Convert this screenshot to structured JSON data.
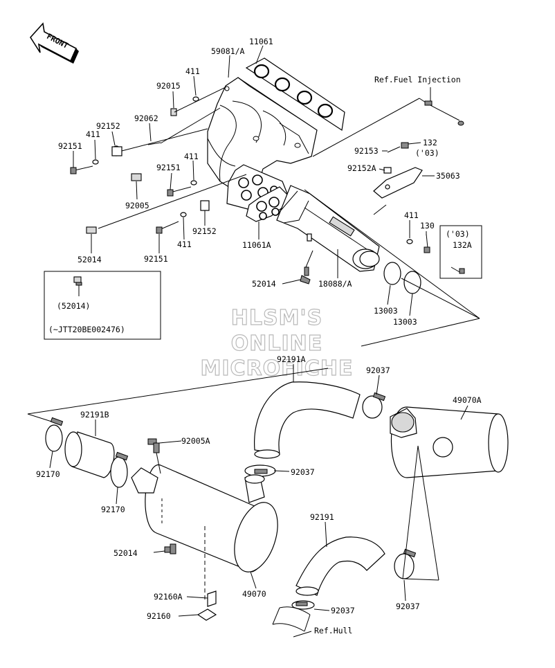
{
  "front_tag": "FRONT",
  "watermark": [
    "HLSM'S",
    "ONLINE",
    "MICROFICHE"
  ],
  "references": {
    "fuel_injection": "Ref.Fuel Injection",
    "hull": "Ref.Hull"
  },
  "inset_box": {
    "part": "(52014)",
    "note": "(~JTT20BE002476)"
  },
  "year_box": {
    "year": "('03)",
    "part": "132A"
  },
  "part_labels": {
    "p11061": "11061",
    "p59081a": "59081/A",
    "p411_a": "411",
    "p92015": "92015",
    "p92062": "92062",
    "p92152_a": "92152",
    "p411_b": "411",
    "p92151_a": "92151",
    "p411_c": "411",
    "p92151_b": "92151",
    "p92005": "92005",
    "p92152_b": "92152",
    "p411_d": "411",
    "p52014_a": "52014",
    "p92151_c": "92151",
    "p11061a": "11061A",
    "p92153": "92153",
    "p132": "132",
    "p132_year": "('03)",
    "p92152a": "92152A",
    "p35063": "35063",
    "p411_e": "411",
    "p130": "130",
    "p52014_b": "52014",
    "p18088a": "18088/A",
    "p13003_a": "13003",
    "p13003_b": "13003",
    "p92191a": "92191A",
    "p92037_a": "92037",
    "p49070a": "49070A",
    "p92191b": "92191B",
    "p92170_a": "92170",
    "p92005a": "92005A",
    "p92037_b": "92037",
    "p92170_b": "92170",
    "p52014_c": "52014",
    "p92191": "92191",
    "p92037_c": "92037",
    "p92037_d": "92037",
    "p92160a": "92160A",
    "p49070": "49070",
    "p92160": "92160"
  }
}
